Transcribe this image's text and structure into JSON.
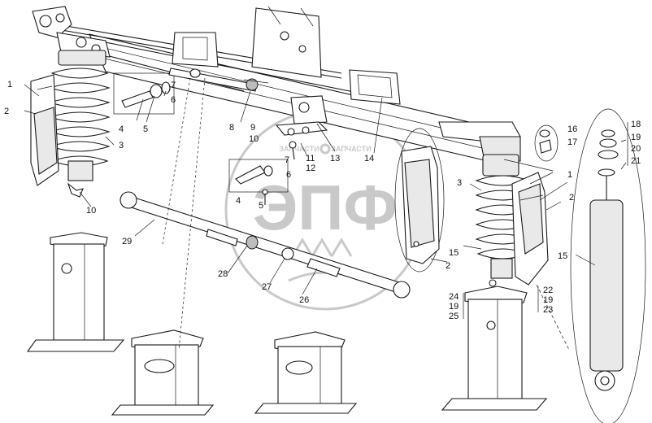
{
  "watermark": {
    "logo_text": "ЭПФ",
    "caption_left": "ЗАПЧАСТИ",
    "caption_right": "ЗАПЧАСТИ"
  },
  "callouts": [
    {
      "id": "c1a",
      "text": "1"
    },
    {
      "id": "c2a",
      "text": "2"
    },
    {
      "id": "c3a",
      "text": "3"
    },
    {
      "id": "c4a",
      "text": "4"
    },
    {
      "id": "c5a",
      "text": "5"
    },
    {
      "id": "c6a",
      "text": "6"
    },
    {
      "id": "c7a",
      "text": "7"
    },
    {
      "id": "c8",
      "text": "8"
    },
    {
      "id": "c9",
      "text": "9"
    },
    {
      "id": "c10a",
      "text": "10"
    },
    {
      "id": "c10b",
      "text": "10"
    },
    {
      "id": "c11",
      "text": "11"
    },
    {
      "id": "c12",
      "text": "12"
    },
    {
      "id": "c13",
      "text": "13"
    },
    {
      "id": "c14",
      "text": "14"
    },
    {
      "id": "c7b",
      "text": "7"
    },
    {
      "id": "c6b",
      "text": "6"
    },
    {
      "id": "c4b",
      "text": "4"
    },
    {
      "id": "c5b",
      "text": "5"
    },
    {
      "id": "c16",
      "text": "16"
    },
    {
      "id": "c17",
      "text": "17"
    },
    {
      "id": "c1b",
      "text": "1"
    },
    {
      "id": "c3b",
      "text": "3"
    },
    {
      "id": "c2b",
      "text": "2"
    },
    {
      "id": "c2c",
      "text": "2"
    },
    {
      "id": "c15a",
      "text": "15"
    },
    {
      "id": "c15b",
      "text": "15"
    },
    {
      "id": "c18",
      "text": "18"
    },
    {
      "id": "c19a",
      "text": "19"
    },
    {
      "id": "c20",
      "text": "20"
    },
    {
      "id": "c21",
      "text": "21"
    },
    {
      "id": "c22",
      "text": "22"
    },
    {
      "id": "c19b",
      "text": "19"
    },
    {
      "id": "c23",
      "text": "23"
    },
    {
      "id": "c24",
      "text": "24"
    },
    {
      "id": "c19c",
      "text": "19"
    },
    {
      "id": "c25",
      "text": "25"
    },
    {
      "id": "c26",
      "text": "26"
    },
    {
      "id": "c27",
      "text": "27"
    },
    {
      "id": "c28",
      "text": "28"
    },
    {
      "id": "c29",
      "text": "29"
    }
  ]
}
